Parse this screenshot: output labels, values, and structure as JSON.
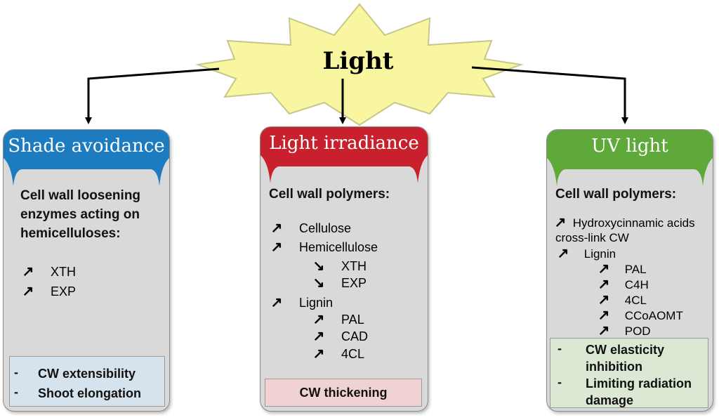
{
  "root": {
    "label": "Light"
  },
  "colors": {
    "star_fill": "#f8f6a0",
    "star_stroke": "#c9c68a",
    "blue": "#1c7cbf",
    "red": "#c8202c",
    "green": "#5fa83a",
    "panel_bg": "#d9d9d9",
    "footer_blue": "#d6e3ec",
    "footer_red": "#f0d2d2",
    "footer_green": "#dbe8d4"
  },
  "panels": [
    {
      "title": "Shade avoidance",
      "heading": [
        "Cell wall loosening",
        "enzymes acting on",
        "hemicelluloses:"
      ],
      "items": [
        {
          "arrow": "up",
          "label": "XTH"
        },
        {
          "arrow": "up",
          "label": "EXP"
        }
      ],
      "footer": [
        "CW extensibility",
        "Shoot elongation"
      ]
    },
    {
      "title": "Light irradiance",
      "heading": [
        "Cell wall polymers:"
      ],
      "items": [
        {
          "arrow": "up",
          "label": "Cellulose"
        },
        {
          "arrow": "up",
          "label": "Hemicellulose"
        },
        {
          "arrow": "down",
          "label": "XTH"
        },
        {
          "arrow": "down",
          "label": "EXP"
        },
        {
          "arrow": "up",
          "label": "Lignin"
        },
        {
          "arrow": "up",
          "label": "PAL"
        },
        {
          "arrow": "up",
          "label": "CAD"
        },
        {
          "arrow": "up",
          "label": "4CL"
        }
      ],
      "footer": [
        "CW thickening"
      ]
    },
    {
      "title": "UV light",
      "heading": [
        "Cell wall polymers:"
      ],
      "items": [
        {
          "arrow": "up",
          "label": "Hydroxycinnamic acids"
        },
        {
          "arrow": "",
          "label": "cross-link CW"
        },
        {
          "arrow": "up",
          "label": "Lignin"
        },
        {
          "arrow": "up",
          "label": "PAL"
        },
        {
          "arrow": "up",
          "label": "C4H"
        },
        {
          "arrow": "up",
          "label": "4CL"
        },
        {
          "arrow": "up",
          "label": "CCoAOMT"
        },
        {
          "arrow": "up",
          "label": "POD"
        }
      ],
      "footer": [
        "CW elasticity",
        "inhibition",
        "Limiting radiation",
        "damage"
      ]
    }
  ]
}
